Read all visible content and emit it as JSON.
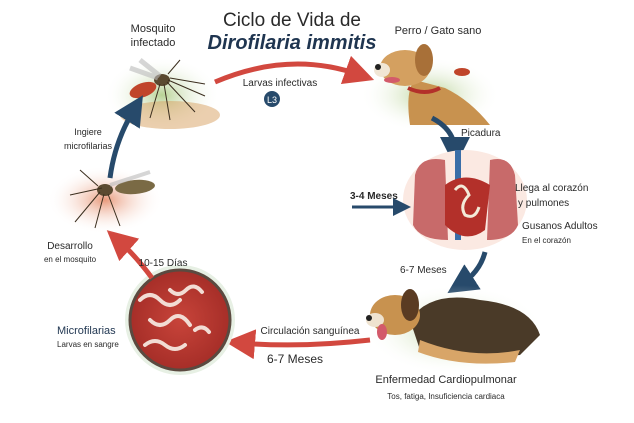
{
  "title": {
    "line1": "Ciclo de Vida de",
    "line2": "Dirofilaria immitis"
  },
  "stages": {
    "infected_mosquito": {
      "line1": "Mosquito",
      "line2": "infectado"
    },
    "transmission": {
      "label": "Larvas infectivas",
      "badge": "L3"
    },
    "healthy_host": {
      "label": "Perro / Gato sano"
    },
    "bite": {
      "label": "Picadura"
    },
    "heart": {
      "time": "3-4 Meses",
      "line1": "Llega al corazón",
      "line2": "y pulmones",
      "adults": "Gusanos Adultos",
      "adults_sub": "En el corazón"
    },
    "disease": {
      "time": "6-7 Meses",
      "label": "Enfermedad Cardiopulmonar",
      "sub": "Tos, fatiga, Insuficiencia cardiaca"
    },
    "circulation": {
      "label": "Circulación sanguínea",
      "time": "6-7 Meses"
    },
    "microfilariae": {
      "label": "Microfilarias",
      "sub": "Larvas en sangre"
    },
    "development": {
      "time": "10-15 Días",
      "line1": "Desarrollo",
      "line2": "en el mosquito"
    },
    "ingestion": {
      "line1": "Ingiere",
      "line2": "microfilarias"
    }
  },
  "colors": {
    "red_arrow": "#d2483f",
    "blue_arrow": "#274a6b",
    "title_blue": "#1f3550"
  }
}
